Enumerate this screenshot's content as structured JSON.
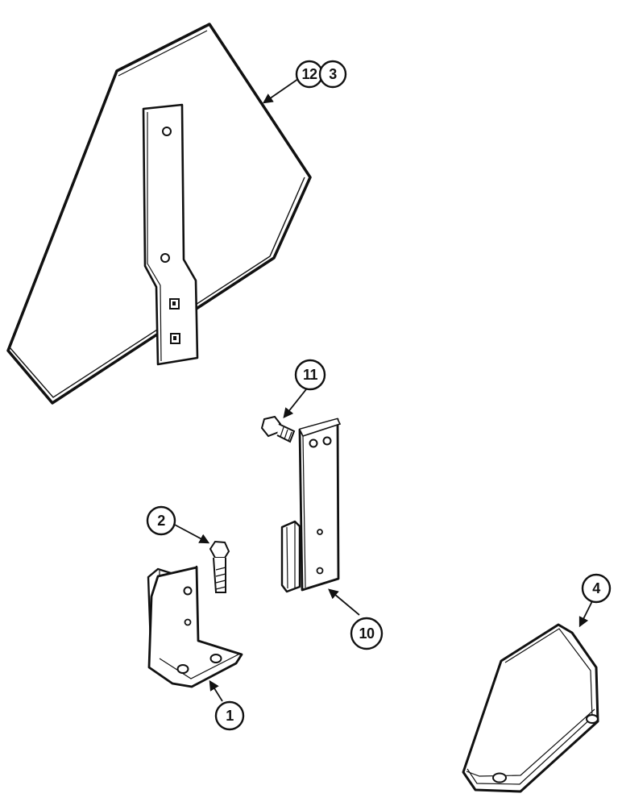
{
  "callouts": [
    {
      "id": "12",
      "label": "12"
    },
    {
      "id": "3",
      "label": "3"
    },
    {
      "id": "11",
      "label": "11"
    },
    {
      "id": "2",
      "label": "2"
    },
    {
      "id": "10",
      "label": "10"
    },
    {
      "id": "4",
      "label": "4"
    },
    {
      "id": "1",
      "label": "1"
    }
  ],
  "colors": {
    "line": "#111111",
    "fill": "#ffffff"
  }
}
